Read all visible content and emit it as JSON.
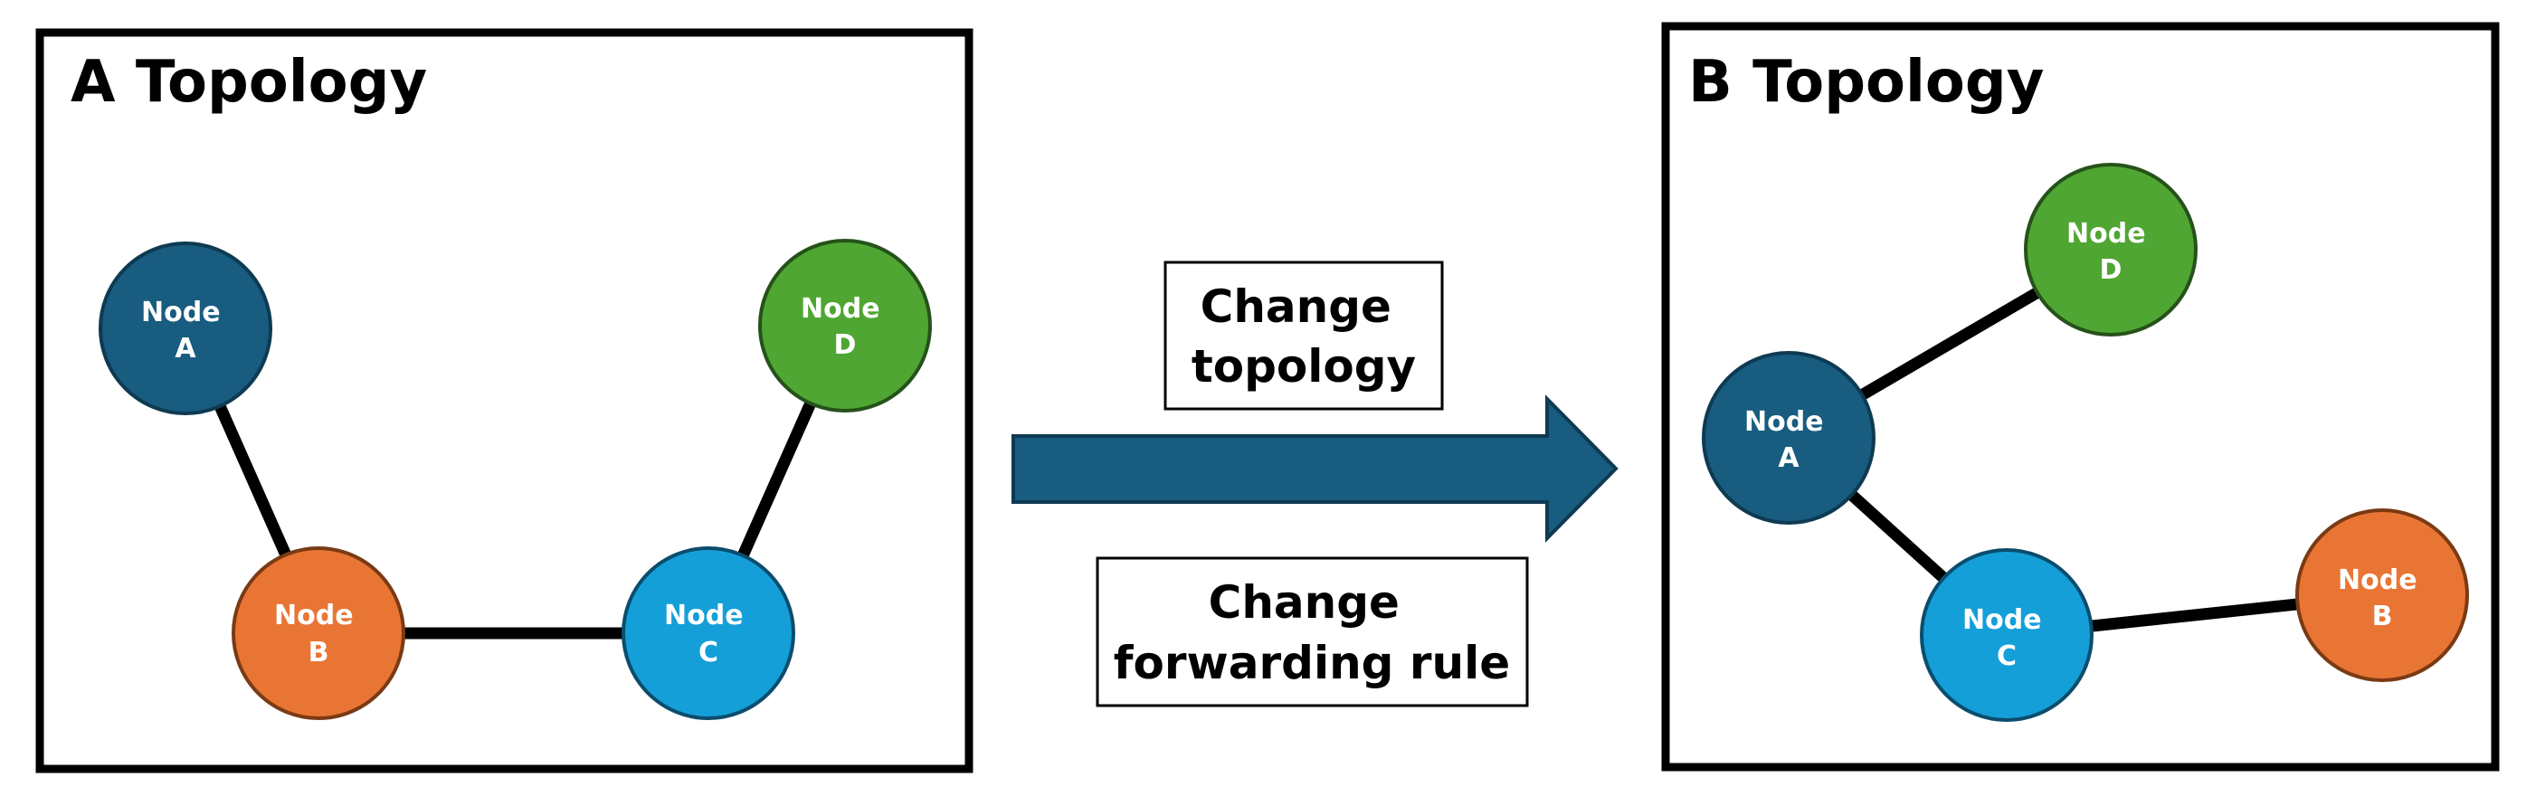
{
  "panels": {
    "a": {
      "title": "A Topology",
      "nodes": {
        "a": {
          "line1": "Node",
          "line2": "A",
          "color": "#185c80"
        },
        "b": {
          "line1": "Node",
          "line2": "B",
          "color": "#e97535"
        },
        "c": {
          "line1": "Node",
          "line2": "C",
          "color": "#159fd9"
        },
        "d": {
          "line1": "Node",
          "line2": "D",
          "color": "#4fa632"
        }
      },
      "links": [
        [
          "A",
          "B"
        ],
        [
          "B",
          "C"
        ],
        [
          "C",
          "D"
        ]
      ]
    },
    "b": {
      "title": "B Topology",
      "nodes": {
        "a": {
          "line1": "Node",
          "line2": "A",
          "color": "#185c80"
        },
        "b": {
          "line1": "Node",
          "line2": "B",
          "color": "#e97535"
        },
        "c": {
          "line1": "Node",
          "line2": "C",
          "color": "#159fd9"
        },
        "d": {
          "line1": "Node",
          "line2": "D",
          "color": "#4fa632"
        }
      },
      "links": [
        [
          "A",
          "D"
        ],
        [
          "A",
          "C"
        ],
        [
          "C",
          "B"
        ]
      ]
    }
  },
  "transition": {
    "arrow_color": "#185c80",
    "change_topology": {
      "line1": "Change",
      "line2": "topology"
    },
    "change_rule": {
      "line1": "Change",
      "line2": "forwarding rule"
    }
  }
}
